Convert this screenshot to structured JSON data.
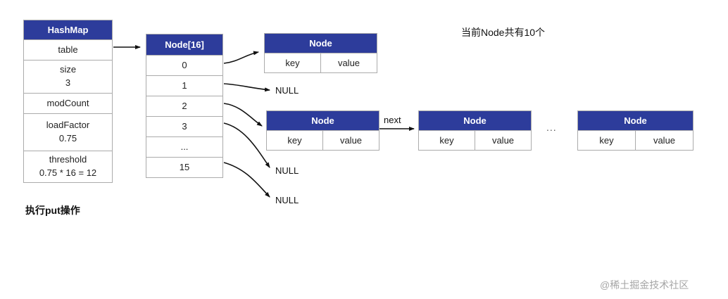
{
  "annotation": {
    "text": "当前Node共有10个"
  },
  "caption": {
    "text": "执行put操作"
  },
  "watermark": {
    "text": "@稀土掘金技术社区"
  },
  "colors": {
    "header_bg": "#2d3c9b",
    "header_text": "#ffffff",
    "border": "#ababab",
    "arrow": "#111111",
    "watermark_text": "#a6a6a6"
  },
  "hashmap_table": {
    "title": "HashMap",
    "rows": [
      {
        "line1": "table"
      },
      {
        "line1": "size",
        "line2": "3"
      },
      {
        "line1": "modCount"
      },
      {
        "line1": "loadFactor",
        "line2": "0.75"
      },
      {
        "line1": "threshold",
        "line2": "0.75 * 16 = 12"
      }
    ]
  },
  "array_table": {
    "title": "Node[16]",
    "cells": [
      "0",
      "1",
      "2",
      "3",
      "...",
      "15"
    ]
  },
  "nodes": {
    "top": {
      "title": "Node",
      "key": "key",
      "value": "value"
    },
    "chain1": {
      "title": "Node",
      "key": "key",
      "value": "value"
    },
    "chain2": {
      "title": "Node",
      "key": "key",
      "value": "value"
    },
    "chain3": {
      "title": "Node",
      "key": "key",
      "value": "value"
    }
  },
  "labels": {
    "null1": "NULL",
    "null2": "NULL",
    "null3": "NULL",
    "next": "next",
    "ellipsis": "..."
  }
}
